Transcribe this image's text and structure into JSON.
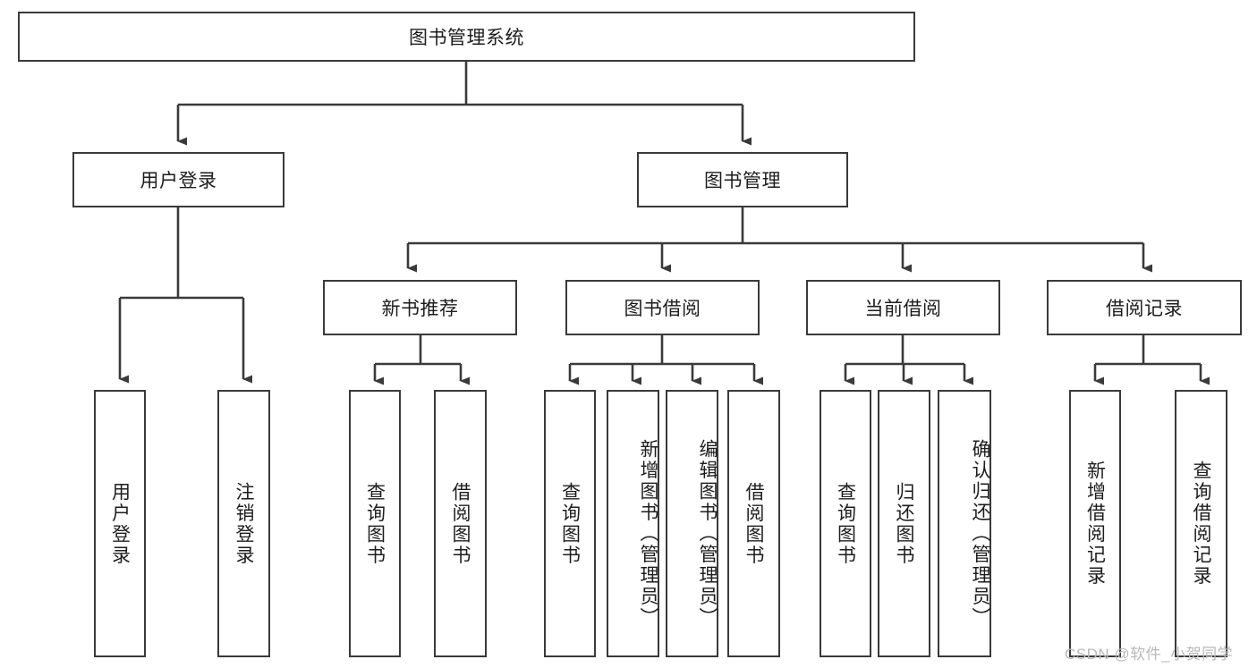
{
  "diagram": {
    "title": "图书管理系统",
    "type": "tree-hierarchy",
    "root": {
      "label": "图书管理系统"
    },
    "level1": [
      {
        "label": "用户登录"
      },
      {
        "label": "图书管理"
      }
    ],
    "level2": [
      {
        "label": "新书推荐"
      },
      {
        "label": "图书借阅"
      },
      {
        "label": "当前借阅"
      },
      {
        "label": "借阅记录"
      }
    ],
    "leaves": {
      "user_login": [
        {
          "label": "用户登录"
        },
        {
          "label": "注销登录"
        }
      ],
      "new_book_recommend": [
        {
          "label": "查询图书"
        },
        {
          "label": "借阅图书"
        }
      ],
      "book_borrow": [
        {
          "label": "查询图书"
        },
        {
          "label": "新增图书（管理员）"
        },
        {
          "label": "编辑图书（管理员）"
        },
        {
          "label": "借阅图书"
        }
      ],
      "current_borrow": [
        {
          "label": "查询图书"
        },
        {
          "label": "归还图书"
        },
        {
          "label": "确认归还（管理员）"
        }
      ],
      "borrow_record": [
        {
          "label": "新增借阅记录"
        },
        {
          "label": "查询借阅记录"
        }
      ]
    }
  },
  "watermark": {
    "text": "CSDN @软件_小贺同学"
  },
  "colors": {
    "stroke": "#3a3a3a",
    "background": "#ffffff",
    "text": "#1d1d1d",
    "watermark": "#b9b9b9"
  }
}
